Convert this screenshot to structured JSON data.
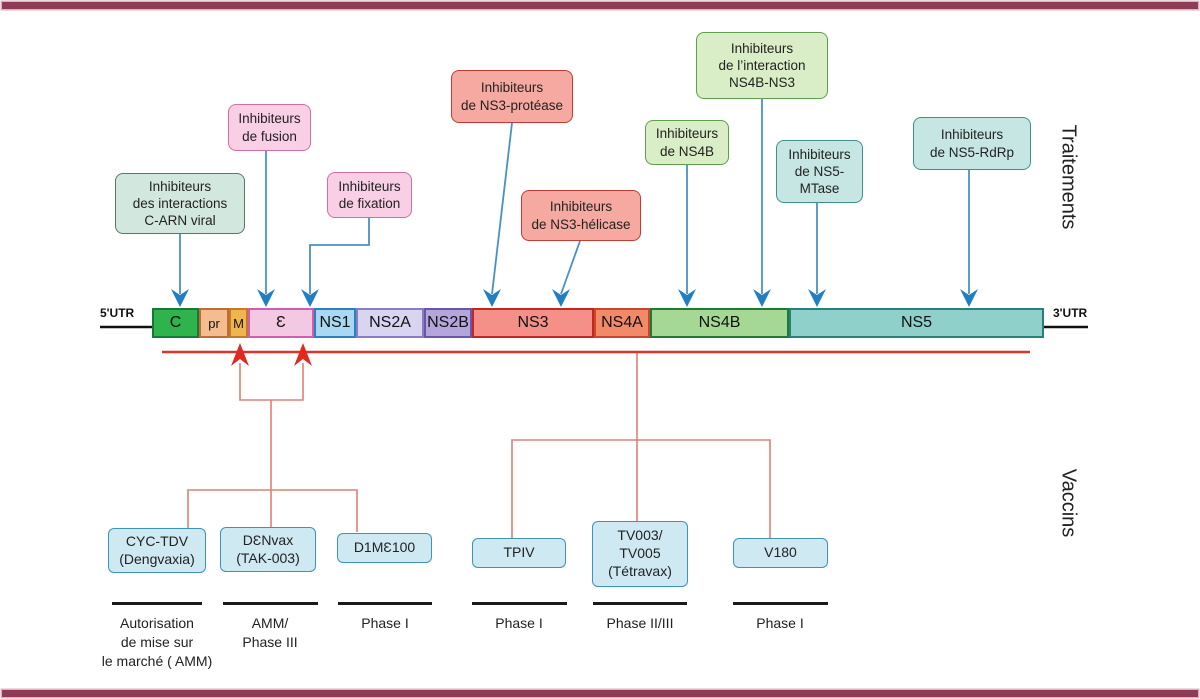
{
  "colors": {
    "frame_bar": "#8e3c55",
    "blue_arrow": "#1f7fc0",
    "blue_line": "#4a90c4",
    "red_thick_line": "#d8352c",
    "red_tree_line": "#dd8077",
    "red_arrow": "#e02a1f"
  },
  "side_labels": {
    "treatments": "Traitements",
    "vaccines": "Vaccins"
  },
  "treatments": [
    {
      "id": "c-arn",
      "label": "Inhibiteurs\ndes interactions\nC-ARN viral"
    },
    {
      "id": "fusion",
      "label": "Inhibiteurs\nde fusion"
    },
    {
      "id": "fixation",
      "label": "Inhibiteurs\nde fixation"
    },
    {
      "id": "ns3-protease",
      "label": "Inhibiteurs\nde NS3-protéase"
    },
    {
      "id": "ns3-helicase",
      "label": "Inhibiteurs\nde NS3-hélicase"
    },
    {
      "id": "ns4b",
      "label": "Inhibiteurs\nde NS4B"
    },
    {
      "id": "ns4b-ns3",
      "label": "Inhibiteurs\nde l’interaction\nNS4B-NS3"
    },
    {
      "id": "ns5-mtase",
      "label": "Inhibiteurs\nde NS5-\nMTase"
    },
    {
      "id": "ns5-rdrp",
      "label": "Inhibiteurs\nde NS5-RdRp"
    }
  ],
  "genome": {
    "utr5_label": "5'UTR",
    "utr3_label": "3'UTR",
    "segments": [
      {
        "label": "C",
        "fill": "#2fb34c",
        "border": "#157a38"
      },
      {
        "label": "pr",
        "fill": "#f3bd90",
        "border": "#c06a35"
      },
      {
        "label": "M",
        "fill": "#f1b54e",
        "border": "#c07b2a"
      },
      {
        "label": "Ɛ",
        "fill": "#f3c8e2",
        "border": "#d45cb0"
      },
      {
        "label": "NS1",
        "fill": "#a9d9f2",
        "border": "#2e7fc0"
      },
      {
        "label": "NS2A",
        "fill": "#d9d4ef",
        "border": "#8a7cc0"
      },
      {
        "label": "NS2B",
        "fill": "#b4a6dc",
        "border": "#6a56a8"
      },
      {
        "label": "NS3",
        "fill": "#f59089",
        "border": "#c5261f"
      },
      {
        "label": "NS4A",
        "fill": "#f28a6a",
        "border": "#c5482a"
      },
      {
        "label": "NS4B",
        "fill": "#a5d795",
        "border": "#1f7a3a"
      },
      {
        "label": "NS5",
        "fill": "#8fd0cb",
        "border": "#2a7f7a"
      }
    ]
  },
  "vaccines": [
    {
      "id": "cyc-tdv",
      "label": "CYC-TDV\n(Dengvaxia)"
    },
    {
      "id": "denvax",
      "label": "DƐNvax\n(TAK-003)"
    },
    {
      "id": "d1me100",
      "label": "D1MƐ100"
    },
    {
      "id": "tpiv",
      "label": "TPIV"
    },
    {
      "id": "tv003",
      "label": "TV003/\nTV005\n(Tétravax)"
    },
    {
      "id": "v180",
      "label": "V180"
    }
  ],
  "phases": [
    "Autorisation\nde mise sur\nle marché ( AMM)",
    "AMM/\nPhase III",
    "Phase I",
    "Phase I",
    "Phase II/III",
    "Phase I"
  ]
}
